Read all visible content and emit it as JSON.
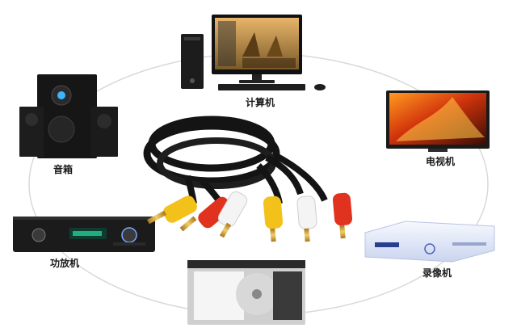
{
  "devices": {
    "computer": "计算机",
    "speaker": "音箱",
    "tv": "电视机",
    "amplifier": "功放机",
    "recorder": "录像机"
  },
  "colors": {
    "plug_yellow": "#f2c21a",
    "plug_red": "#e0321e",
    "plug_white": "#f4f4f4",
    "connector_gold": "#d4a136",
    "cable_black": "#141414",
    "ring_gray": "#d9d9d9"
  }
}
